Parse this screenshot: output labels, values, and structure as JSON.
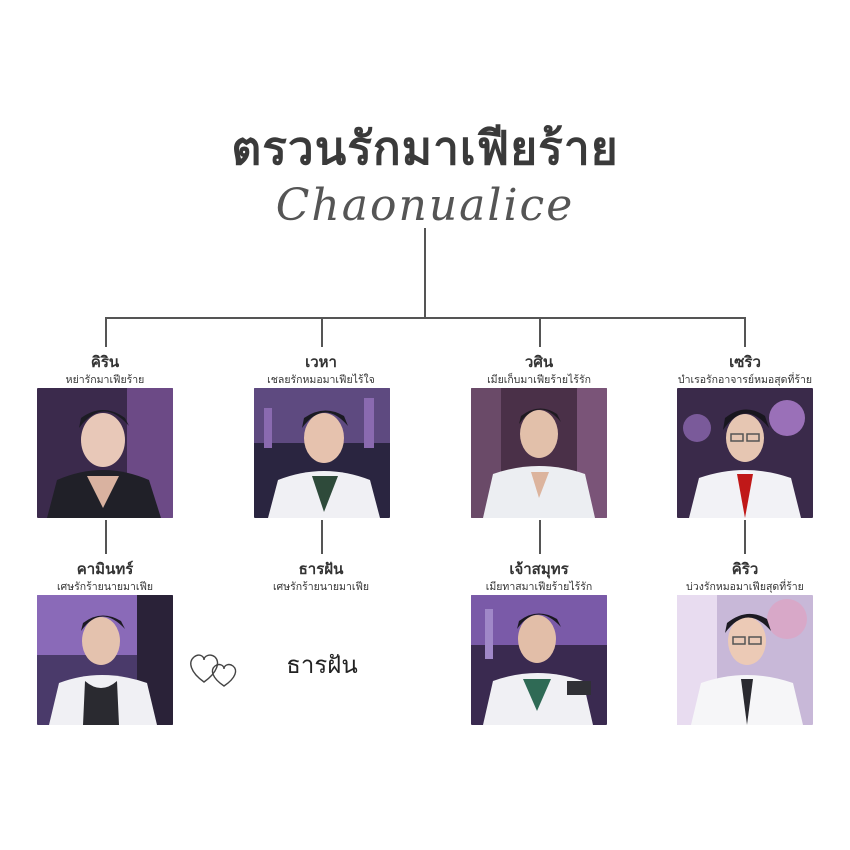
{
  "title": "ตรวนรักมาเฟียร้าย",
  "author_signature": "Chaonualice",
  "series": [
    {
      "name": "คิริน",
      "book": "หย่ารักมาเฟียร้าย"
    },
    {
      "name": "เวหา",
      "book": "เชลยรักหมอมาเฟียไร้ใจ"
    },
    {
      "name": "วศิน",
      "book": "เมียเก็บมาเฟียร้ายไร้รัก"
    },
    {
      "name": "เซริว",
      "book": "บำเรอรักอาจารย์หมอสุดที่ร้าย"
    }
  ],
  "children": [
    {
      "name": "คามินทร์",
      "book": "เศษรักร้ายนายมาเฟีย"
    },
    {
      "name": "ธารฝัน",
      "book": "เศษรักร้ายนายมาเฟีย"
    },
    {
      "name": "เจ้าสมุทร",
      "book": "เมียทาสมาเฟียร้ายไร้รัก"
    },
    {
      "name": "คิริว",
      "book": "บ่วงรักหมอมาเฟียสุดที่ร้าย"
    }
  ],
  "pairing_text": "ธารฝัน",
  "colors": {
    "line": "#555555",
    "portrait_bg": "#5a3a6e",
    "text": "#333333"
  }
}
